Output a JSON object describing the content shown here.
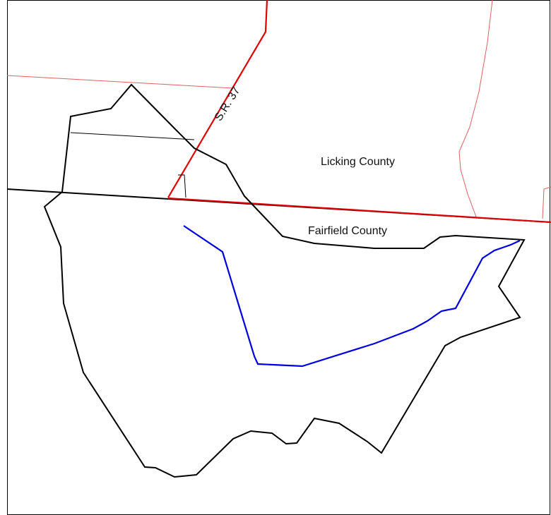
{
  "map": {
    "labels": {
      "road": "S.R. 37",
      "county_north": "Licking County",
      "county_south": "Fairfield County"
    },
    "colors": {
      "background": "#ffffff",
      "frame": "#000000",
      "boundary": "#000000",
      "road": "#e00000",
      "parcel_lines": "#e06060",
      "stream": "#0000dd"
    }
  }
}
